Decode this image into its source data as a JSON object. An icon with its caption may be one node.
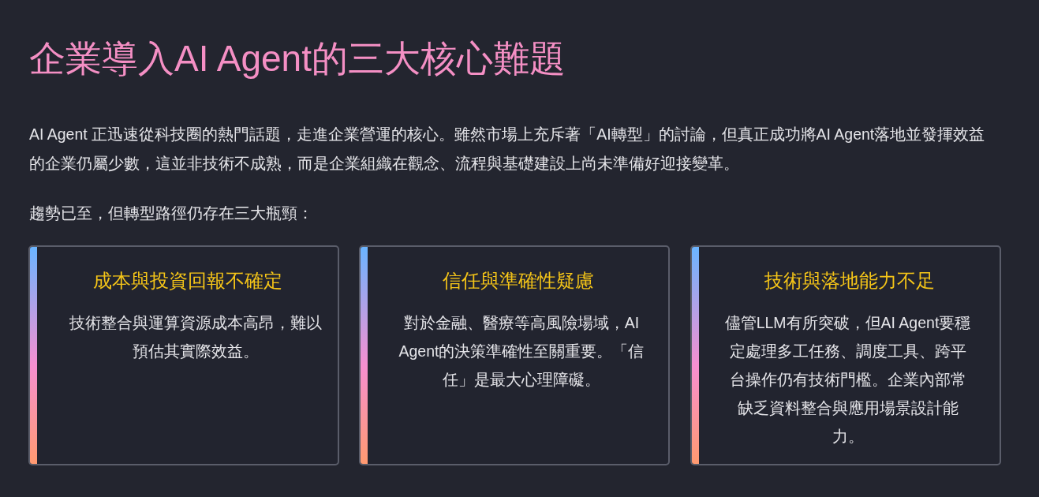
{
  "diagram": {
    "title": "企業導入AI Agent的三大核心難題",
    "nodes": [
      {
        "text": [
          "成本與投資回報不確定",
          "技術整合與運算資源成本高昂，難以預估其實際效益。"
        ]
      },
      {
        "text": [
          "信任與準確性疑慮",
          "對於金融、醫療等高風險場域，AI Agent的決策準確性至關重要。「信任」是最大心理障礙。"
        ]
      },
      {
        "text": [
          "技術與落地能力不足",
          "儘管LLM有所突破，但AI Agent要穩定處理多工任務、調度工具、跨平台操作仍有技術門檻。企業內部常缺乏資料整合與應用場景設計能力。"
        ]
      }
    ],
    "labels": [
      "AI Agent 正迅速從科技圈的熱門話題，走進企業營運的核心。雖然市場上充斥著「AI轉型」的討論，但真正成功將AI Agent落地並發揮效益的企業仍屬少數，這並非技術不成熟，而是企業組織在觀念、流程與基礎建設上尚未準備好迎接變革。",
      "趨勢已至，但轉型路徑仍存在三大瓶頸："
    ]
  }
}
